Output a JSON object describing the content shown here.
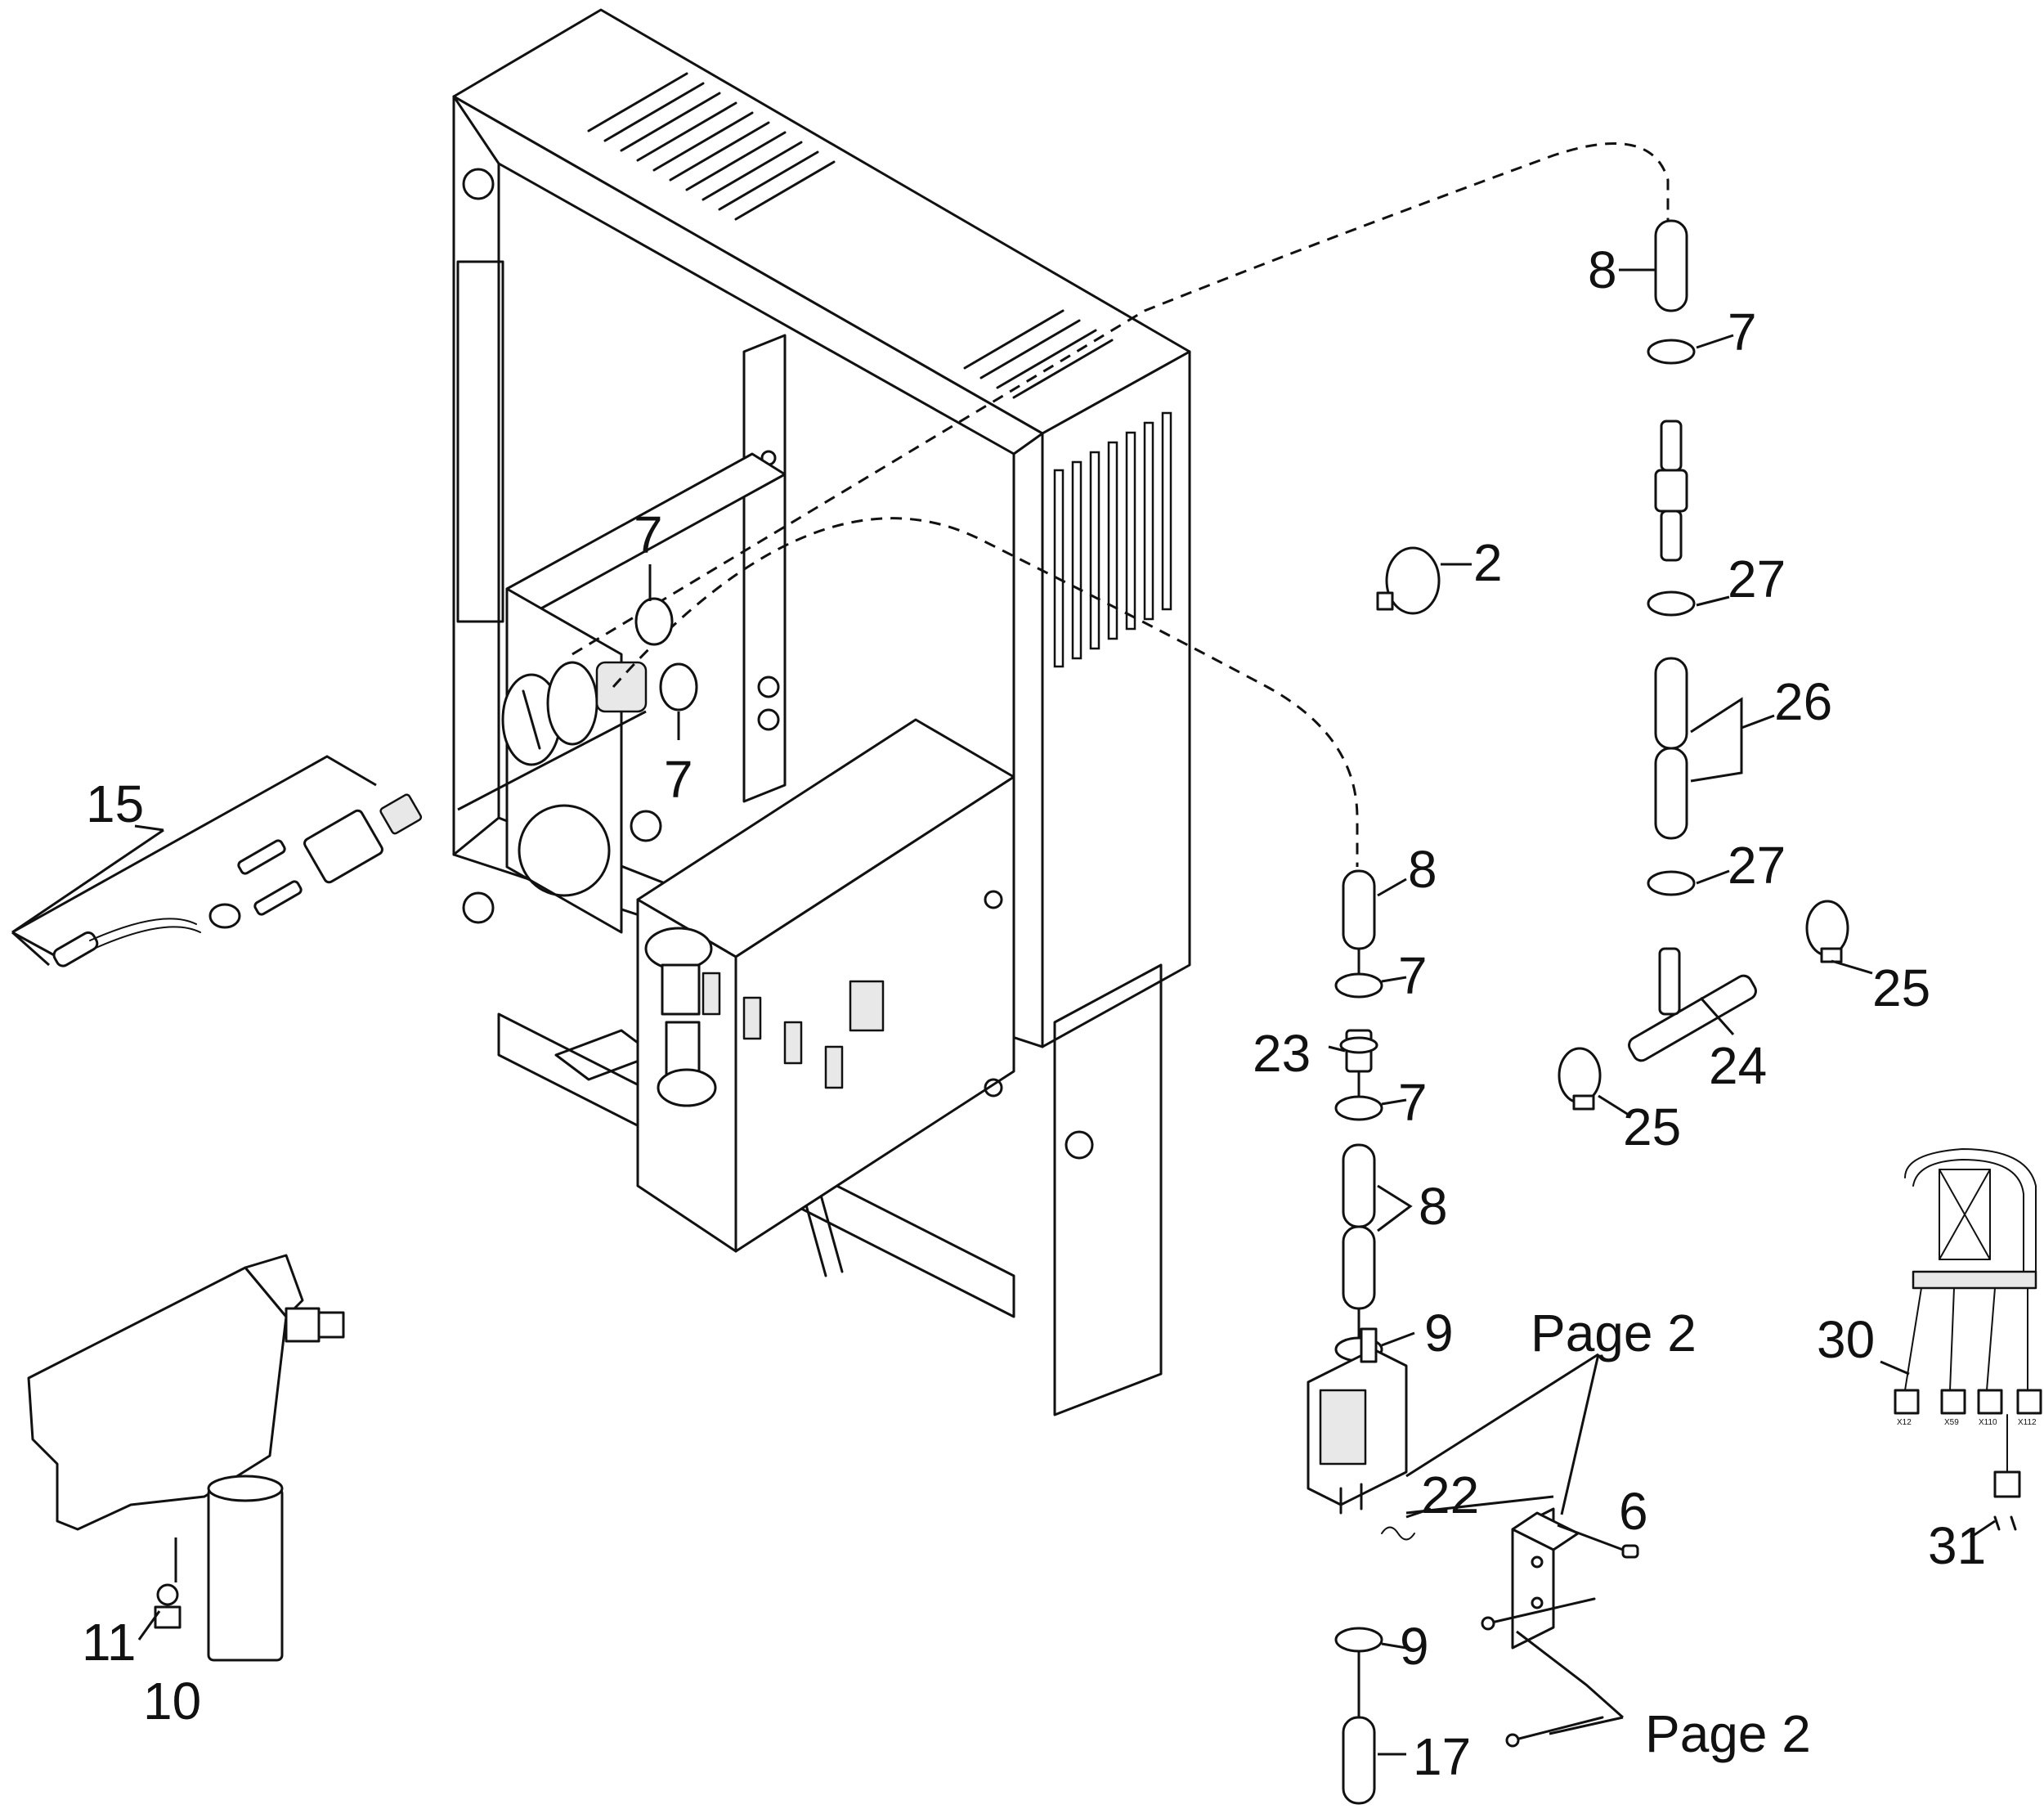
{
  "callouts": {
    "c2": "2",
    "c6": "6",
    "c7a": "7",
    "c7b": "7",
    "c7c": "7",
    "c7d": "7",
    "c7e": "7",
    "c8a": "8",
    "c8b": "8",
    "c8c": "8",
    "c9a": "9",
    "c9b": "9",
    "c10": "10",
    "c11": "11",
    "c15": "15",
    "c17": "17",
    "c22": "22",
    "c23": "23",
    "c24": "24",
    "c25a": "25",
    "c25b": "25",
    "c26": "26",
    "c27a": "27",
    "c27b": "27",
    "c30": "30",
    "c31": "31",
    "page2_upper": "Page 2",
    "page2_lower": "Page 2"
  },
  "connector_labels": [
    "X12",
    "X59",
    "X110",
    "X112"
  ]
}
